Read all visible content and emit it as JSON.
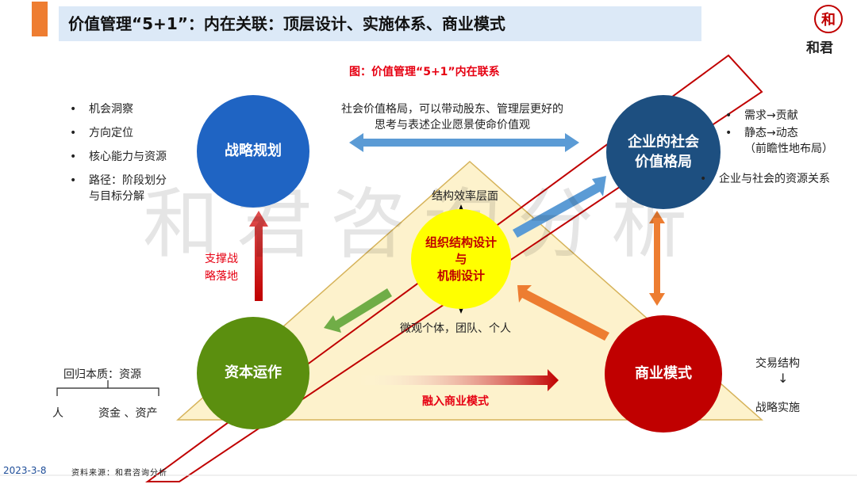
{
  "header": {
    "title": "价值管理“5+1”：内在关联：顶层设计、实施体系、商业模式",
    "logo_text": "和君",
    "logo_seal_char": "和"
  },
  "figure": {
    "caption": "图：价值管理“5+1”内在联系",
    "watermark": "和君咨询分析"
  },
  "circles": {
    "strategy": "战略规划",
    "social": "企业的社会\n价值格局",
    "capital": "资本运作",
    "business": "商业模式",
    "org": "组织结构设计\n与\n机制设计"
  },
  "left_bullets": [
    "机会洞察",
    "方向定位",
    "核心能力与资源",
    "路径：阶段划分\n与目标分解"
  ],
  "right_bullets": [
    "需求→贡献",
    "静态→动态\n（前瞻性地布局）"
  ],
  "extra_bullet": "企业与社会的资源关系",
  "labels": {
    "social_text": "社会价值格局，可以带动股东、管理层更好的\n思考与表述企业愿景使命价值观",
    "structure": "结构效率层面",
    "micro": "微观个体，团队、个人",
    "support": "支撑战\n略落地",
    "into_business": "融入商业模式",
    "return": "回归本质：资源",
    "people": "人",
    "capital_assets": "资金 、资产",
    "trade": "交易结构",
    "trade_arrow": "↓",
    "strategy_impl": "战略实施"
  },
  "footer": {
    "date": "2023-3-8",
    "source": "资料来源：和君咨询分析"
  },
  "colors": {
    "accent": "#ee7d31",
    "header_bg": "#dce9f7",
    "strategy": "#1f64c3",
    "social": "#1d4f80",
    "capital": "#5b8f0f",
    "business": "#c00000",
    "org": "#ffff00",
    "triangle": "#fdf2cc",
    "blue_arrow": "#5b9bd5",
    "orange_arrow": "#ed7d31",
    "green_arrow": "#70ad47",
    "red_arrow": "#e60012"
  }
}
